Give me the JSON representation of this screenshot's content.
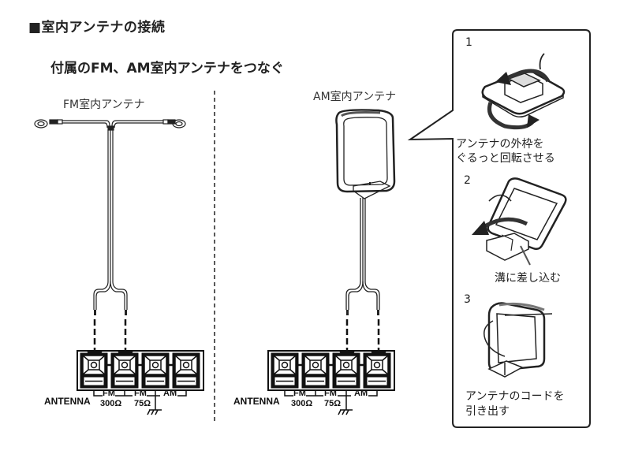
{
  "heading": "■室内アンテナの接続",
  "subheading": "付属のFM、AM室内アンテナをつなぐ",
  "fm_antenna": {
    "label": "FM室内アンテナ"
  },
  "am_antenna": {
    "label": "AM室内アンテナ"
  },
  "terminal_panel": {
    "antenna_label": "ANTENNA",
    "terminals": [
      {
        "label": "FM",
        "sub": "300Ω"
      },
      {
        "label": "FM",
        "sub": "75Ω"
      },
      {
        "label": "AM",
        "sub": ""
      }
    ]
  },
  "steps": [
    {
      "number": "1",
      "text_line1": "アンテナの外枠を",
      "text_line2": "ぐるっと回転させる"
    },
    {
      "number": "2",
      "callout": "溝に差し込む"
    },
    {
      "number": "3",
      "text_line1": "アンテナのコードを",
      "text_line2": "引き出す"
    }
  ],
  "colors": {
    "ink": "#222222",
    "background": "#ffffff"
  }
}
